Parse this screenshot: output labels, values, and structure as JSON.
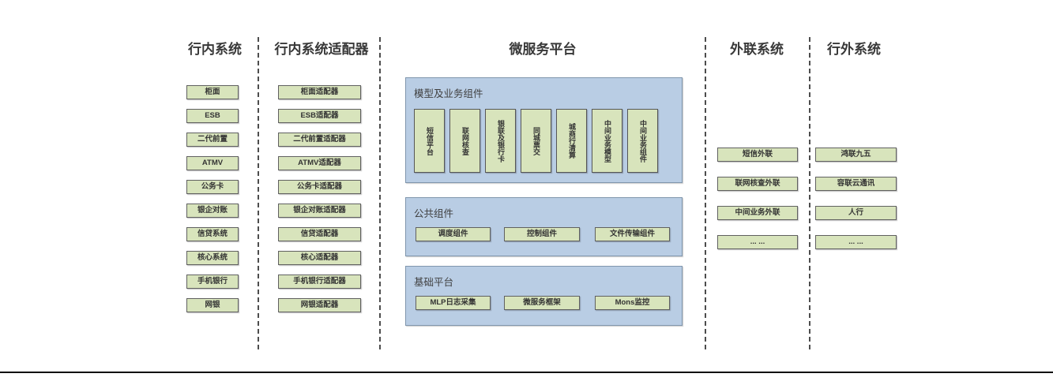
{
  "diagram": {
    "colors": {
      "green_fill": "#d8e4bc",
      "green_border": "#606060",
      "blue_fill": "#b9cde4",
      "blue_border": "#8096ad"
    },
    "columns": [
      {
        "header": "行内系统",
        "boxes": [
          "柜面",
          "ESB",
          "二代前置",
          "ATMV",
          "公务卡",
          "银企对账",
          "信贷系统",
          "核心系统",
          "手机银行",
          "网银"
        ]
      },
      {
        "header": "行内系统适配器",
        "boxes": [
          "柜面适配器",
          "ESB适配器",
          "二代前置适配器",
          "ATMV适配器",
          "公务卡适配器",
          "银企对账适配器",
          "信贷适配器",
          "核心适配器",
          "手机银行适配器",
          "网银适配器"
        ]
      },
      {
        "header": "微服务平台",
        "sections": [
          {
            "label": "模型及业务组件",
            "vertical_boxes": [
              "短信平台",
              "联网核查",
              "银联及银行卡",
              "同城票交",
              "城商行清算",
              "中间业务模型",
              "中间业务组件"
            ]
          },
          {
            "label": "公共组件",
            "boxes": [
              "调度组件",
              "控制组件",
              "文件传输组件"
            ]
          },
          {
            "label": "基础平台",
            "boxes": [
              "MLP日志采集",
              "微服务框架",
              "Mons监控"
            ]
          }
        ]
      },
      {
        "header": "外联系统",
        "boxes": [
          "短信外联",
          "联网核查外联",
          "中间业务外联",
          "... ..."
        ]
      },
      {
        "header": "行外系统",
        "boxes": [
          "鸿联九五",
          "容联云通讯",
          "人行",
          "... ..."
        ]
      }
    ]
  }
}
